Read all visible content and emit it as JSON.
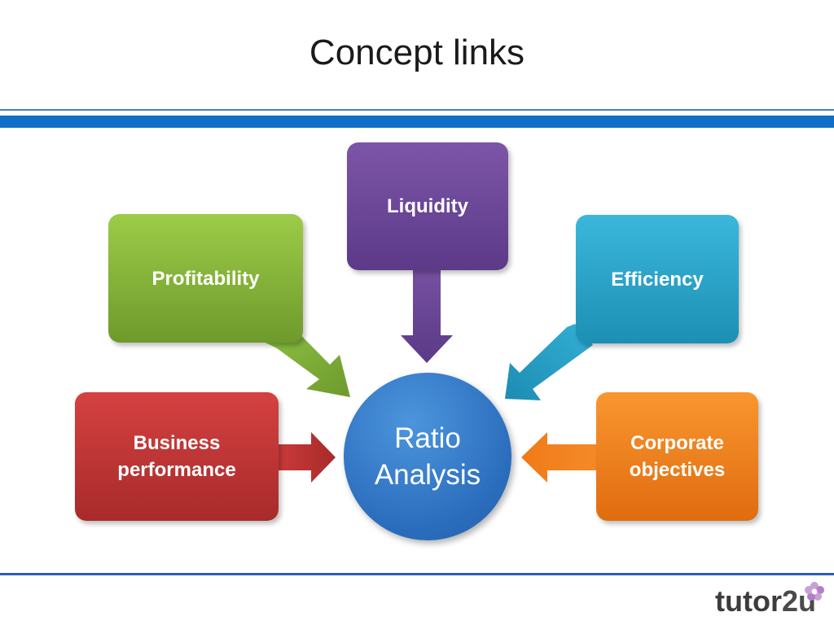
{
  "slide": {
    "title": "Concept links"
  },
  "diagram": {
    "center": {
      "line1": "Ratio",
      "line2": "Analysis",
      "color": "#2a6cbc"
    },
    "nodes": [
      {
        "id": "profitability",
        "label": "Profitability",
        "color": "#8bbd3e"
      },
      {
        "id": "liquidity",
        "label": "Liquidity",
        "color": "#6b469a"
      },
      {
        "id": "efficiency",
        "label": "Efficiency",
        "color": "#2aa6cc"
      },
      {
        "id": "business",
        "line1": "Business",
        "line2": "performance",
        "color": "#c23636"
      },
      {
        "id": "corporate",
        "line1": "Corporate",
        "line2": "objectives",
        "color": "#f08222"
      }
    ]
  },
  "brand": {
    "logo_text_a": "tutor",
    "logo_text_b": "2u",
    "accent": "#0f6fc6"
  }
}
